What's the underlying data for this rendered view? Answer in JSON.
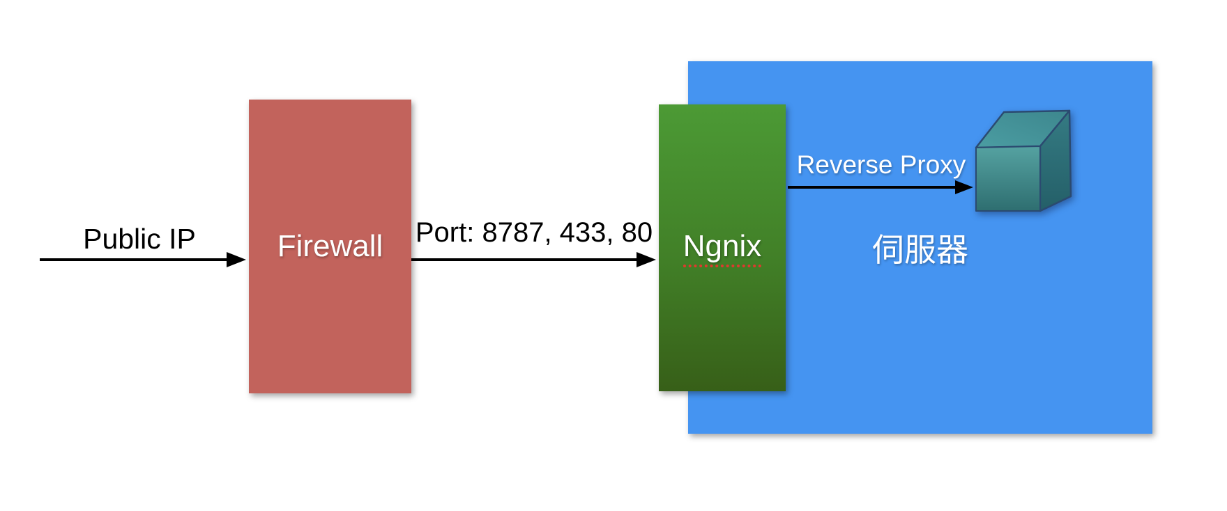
{
  "nodes": {
    "firewall": {
      "label": "Firewall",
      "fill": "#c2635c",
      "text_color": "#ffffff"
    },
    "nginx": {
      "label": "Ngnix",
      "fill_top": "#4c9a35",
      "fill_bottom": "#375f18",
      "text_color": "#ffffff",
      "spellcheck_underline": "#e0392e"
    },
    "server_zone": {
      "label": "伺服器",
      "fill": "#4594f1",
      "text_color": "#ffffff"
    },
    "server_cube": {
      "icon": "cube-3d-icon",
      "fill_front_top": "#55a2a1",
      "fill_front_bottom": "#2e6e70",
      "fill_top_face": "#4b9da2",
      "fill_right_face": "#2b6d75",
      "edge_color": "#2b4a70"
    }
  },
  "edges": {
    "public_ip": {
      "label": "Public IP",
      "color": "#000000"
    },
    "ports": {
      "label": "Port: 8787, 433, 80",
      "color": "#000000"
    },
    "reverse_proxy": {
      "label": "Reverse Proxy",
      "color": "#000000",
      "text_color": "#ffffff"
    }
  },
  "background": "#ffffff"
}
